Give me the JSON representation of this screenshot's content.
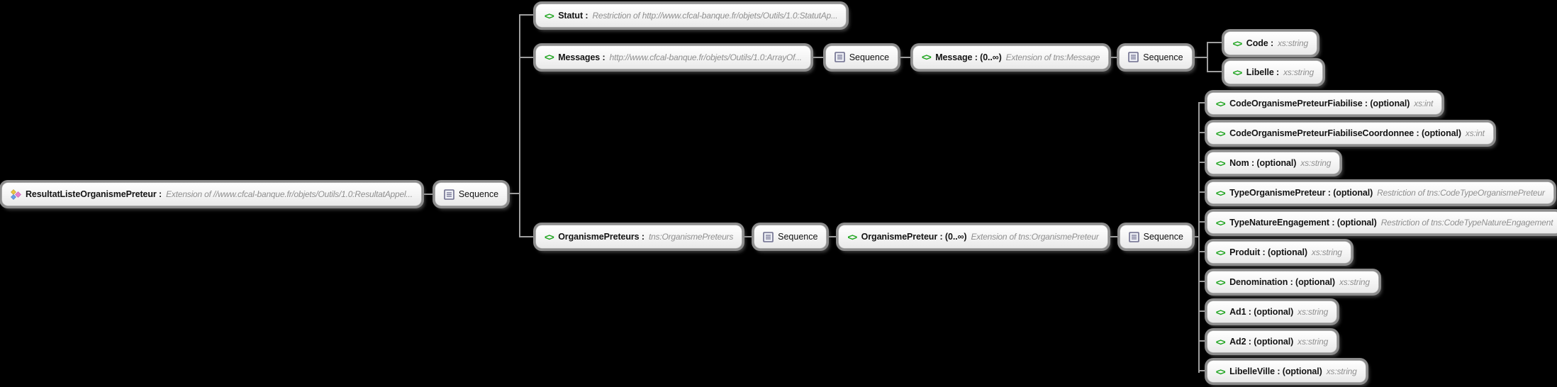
{
  "diagram": {
    "background": "#000000",
    "connector_color": "#9e9e9e",
    "element_icon": "<>",
    "element_icon_color": "#1ca41c",
    "sequence_label": "Sequence",
    "root": {
      "label": "ResultatListeOrganismePreteur :",
      "annotation": "Extension of  //www.cfcal-banque.fr/objets/Outils/1.0:ResultatAppel..."
    },
    "statut": {
      "label": "Statut :",
      "annotation": "Restriction of http://www.cfcal-banque.fr/objets/Outils/1.0:StatutAp..."
    },
    "messages": {
      "label": "Messages :",
      "annotation": "http://www.cfcal-banque.fr/objets/Outils/1.0:ArrayOf..."
    },
    "message": {
      "label": "Message : (0..∞)",
      "annotation": "Extension of tns:Message"
    },
    "code": {
      "label": "Code :",
      "annotation": "xs:string"
    },
    "libelle": {
      "label": "Libelle :",
      "annotation": "xs:string"
    },
    "organisme_preteurs": {
      "label": "OrganismePreteurs :",
      "annotation": "tns:OrganismePreteurs"
    },
    "organisme_preteur": {
      "label": "OrganismePreteur : (0..∞)",
      "annotation": "Extension of tns:OrganismePreteur"
    },
    "fields": [
      {
        "label": "CodeOrganismePreteurFiabilise : (optional)",
        "annotation": "xs:int"
      },
      {
        "label": "CodeOrganismePreteurFiabiliseCoordonnee : (optional)",
        "annotation": "xs:int"
      },
      {
        "label": "Nom : (optional)",
        "annotation": "xs:string"
      },
      {
        "label": "TypeOrganismePreteur : (optional)",
        "annotation": "Restriction of tns:CodeTypeOrganismePreteur"
      },
      {
        "label": "TypeNatureEngagement : (optional)",
        "annotation": "Restriction of tns:CodeTypeNatureEngagement"
      },
      {
        "label": "Produit : (optional)",
        "annotation": "xs:string"
      },
      {
        "label": "Denomination : (optional)",
        "annotation": "xs:string"
      },
      {
        "label": "Ad1 : (optional)",
        "annotation": "xs:string"
      },
      {
        "label": "Ad2 : (optional)",
        "annotation": "xs:string"
      },
      {
        "label": "LibelleVille : (optional)",
        "annotation": "xs:string"
      }
    ]
  }
}
